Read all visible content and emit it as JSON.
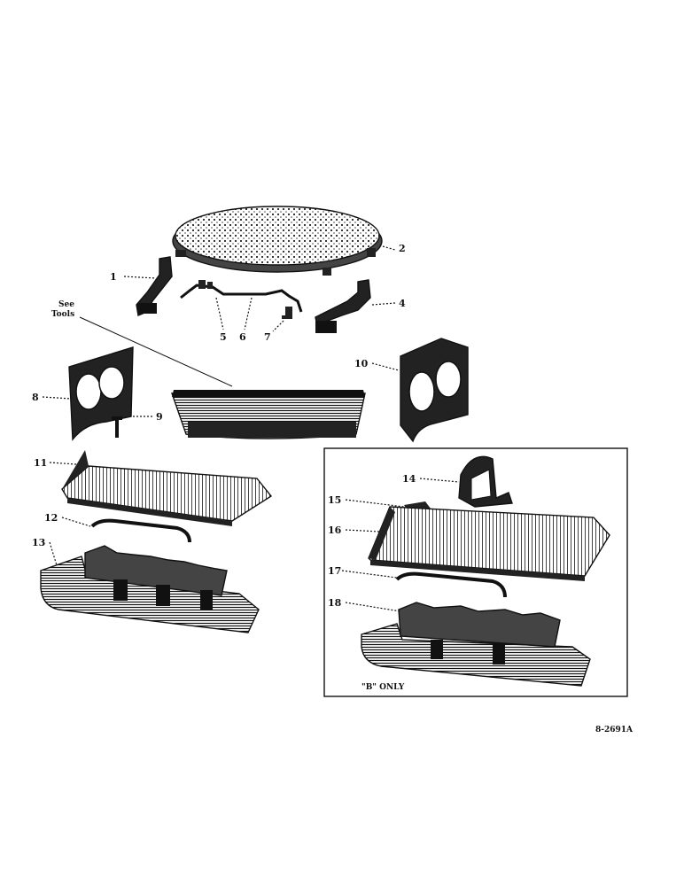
{
  "callouts": {
    "c1": "1",
    "c2": "2",
    "c4": "4",
    "c5": "5",
    "c6": "6",
    "c7": "7",
    "c8": "8",
    "c9": "9",
    "c10": "10",
    "c11": "11",
    "c12": "12",
    "c13": "13",
    "c14": "14",
    "c15": "15",
    "c16": "16",
    "c17": "17",
    "c18": "18"
  },
  "see_tools": {
    "line1": "See",
    "line2": "Tools"
  },
  "inset_note": "\"B\" ONLY",
  "drawing_number": "8-2691A"
}
